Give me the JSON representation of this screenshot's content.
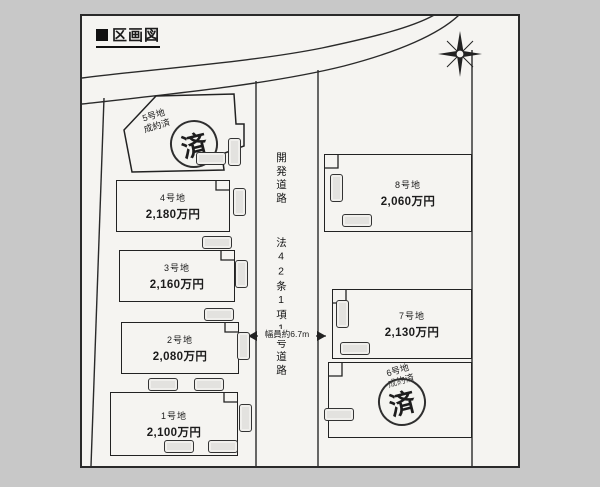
{
  "title": {
    "text": "区画図"
  },
  "center_road": {
    "label_top": "開発道路",
    "label_bottom": "法42条1項1号道路"
  },
  "road_width": {
    "label": "幅員約6.7m"
  },
  "lots": [
    {
      "name": "1号地",
      "price": "2,100万円"
    },
    {
      "name": "2号地",
      "price": "2,080万円"
    },
    {
      "name": "3号地",
      "price": "2,160万円"
    },
    {
      "name": "4号地",
      "price": "2,180万円"
    },
    {
      "name": "5号地",
      "status": "成約済",
      "stamp": "済"
    },
    {
      "name": "6号地",
      "status": "成約済",
      "stamp": "済"
    },
    {
      "name": "7号地",
      "price": "2,130万円"
    },
    {
      "name": "8号地",
      "price": "2,060万円"
    }
  ],
  "icons": {
    "compass": "compass-rose",
    "car": "car"
  },
  "colors": {
    "background": "#c8c8c8",
    "paper": "#f5f4f1",
    "ink": "#222222"
  }
}
